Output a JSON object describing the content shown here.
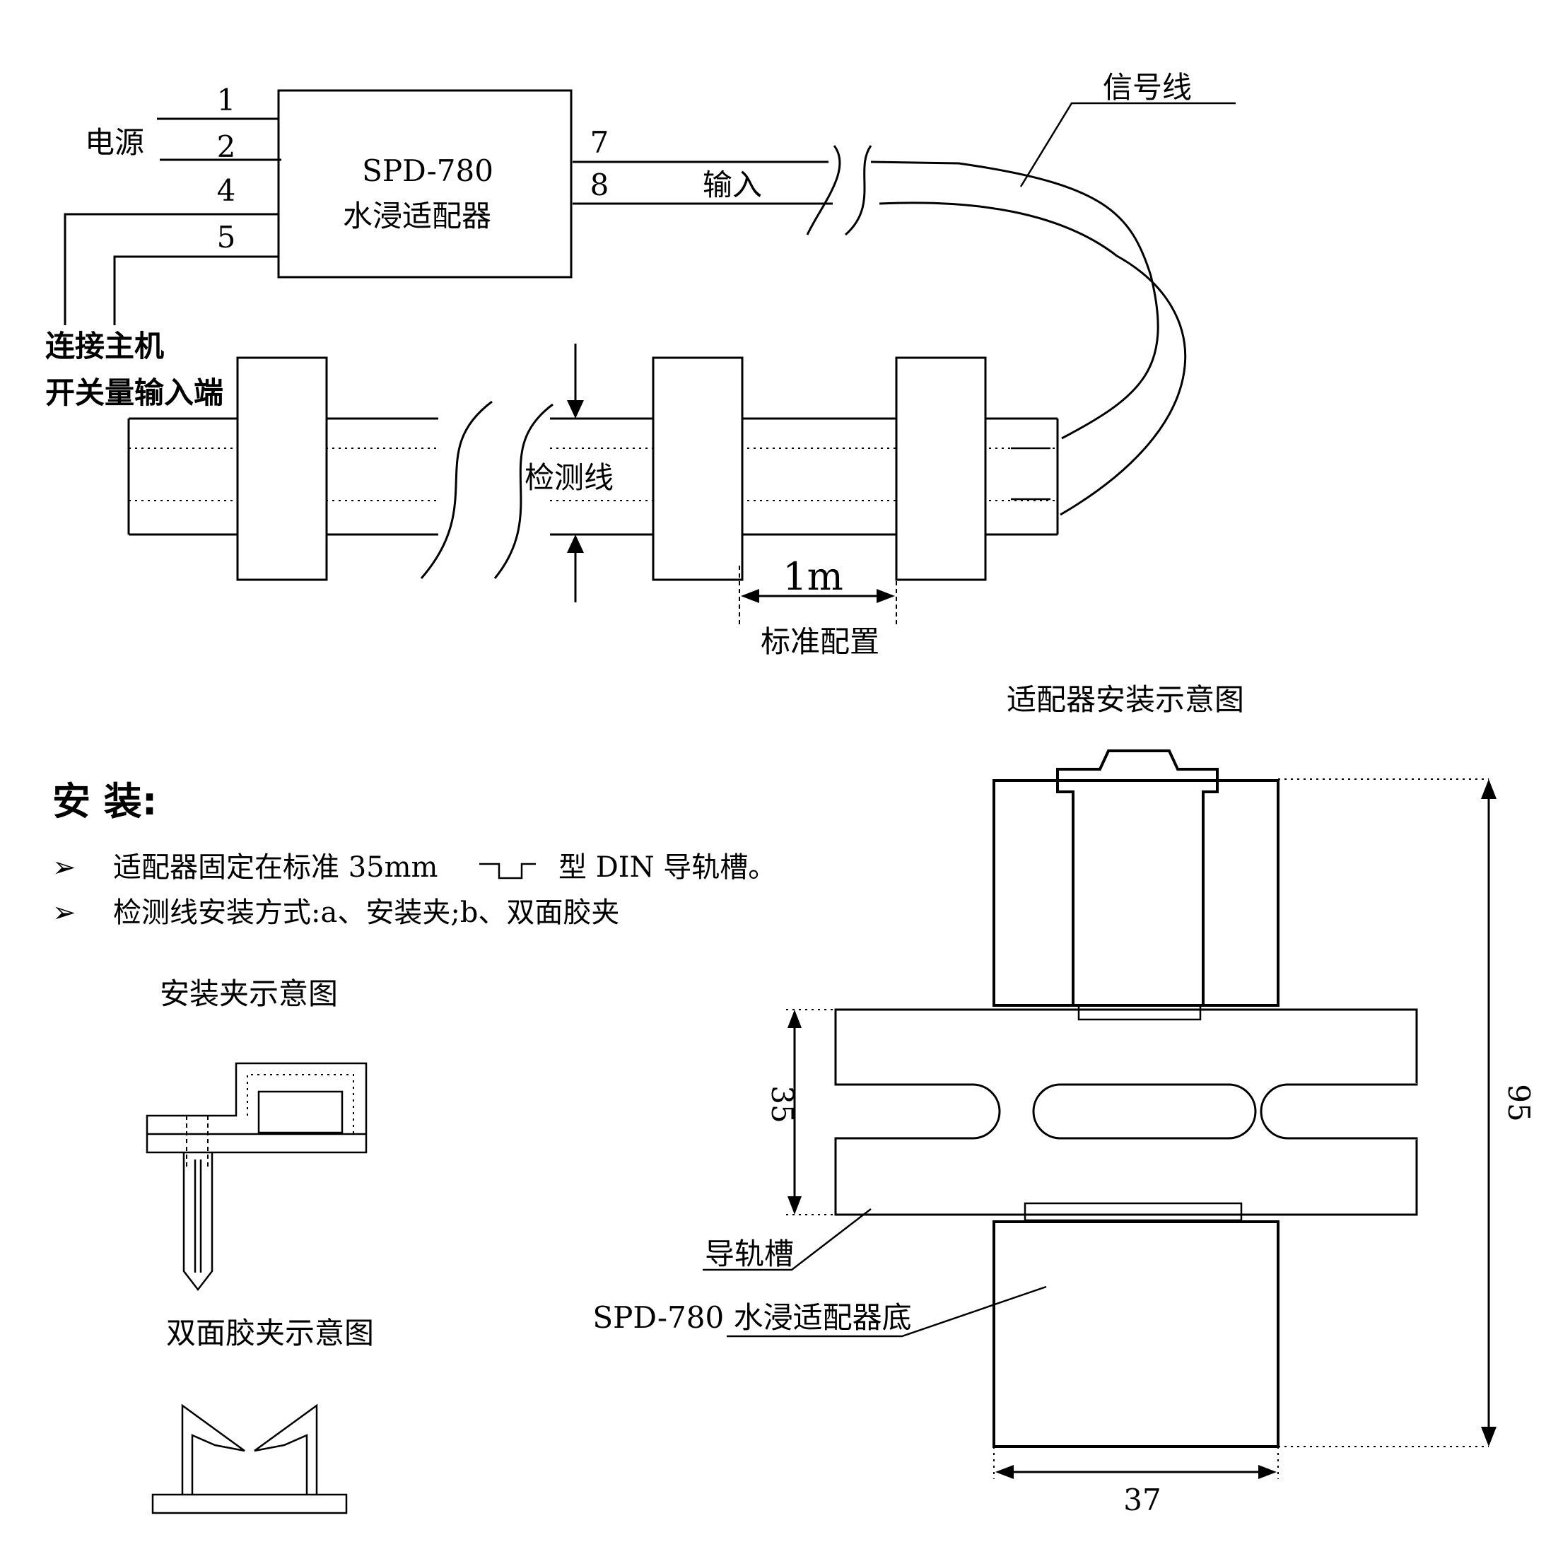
{
  "wiring": {
    "pins": [
      "1",
      "2",
      "4",
      "5",
      "7",
      "8"
    ],
    "power_label": "电源",
    "device_model": "SPD-780",
    "device_name": "水浸适配器",
    "input_label": "输入",
    "signal_label": "信号线",
    "host_label_line1": "连接主机",
    "host_label_line2": "开关量输入端",
    "detect_label": "检测线",
    "spacing_value": "1m",
    "spacing_caption": "标准配置"
  },
  "install": {
    "heading": "安 装:",
    "bullet_symbol": "➢",
    "bullet1_pre": "适配器固定在标准 35mm",
    "bullet1_post": "型 DIN 导轨槽。",
    "bullet2": "检测线安装方式:a、安装夹;b、双面胶夹",
    "clip_title": "安装夹示意图",
    "tape_title": "双面胶夹示意图"
  },
  "rail_diagram": {
    "title": "适配器安装示意图",
    "rail_label": "导轨槽",
    "base_label": "SPD-780 水浸适配器底",
    "dim_height": "95",
    "dim_rail": "35",
    "dim_width": "37"
  }
}
